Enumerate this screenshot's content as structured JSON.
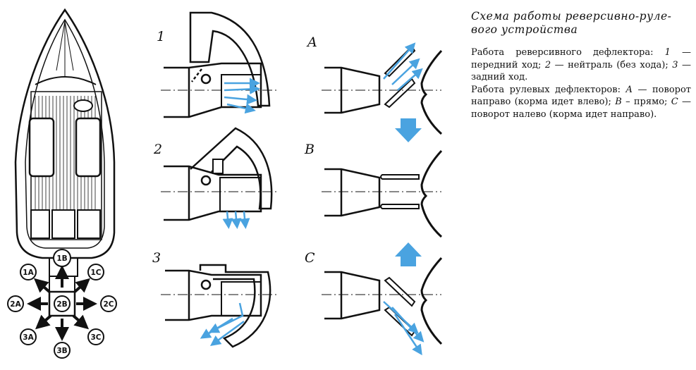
{
  "caption": {
    "title": "Схема работы реверсивно-руле-вого устройства",
    "line1_a": "Работа реверсивного дефлектора:",
    "line1_n1": "1",
    "line1_b": " — передний ход; ",
    "line1_n2": "2",
    "line1_c": " — нейтраль (без хода); ",
    "line1_n3": "3",
    "line1_d": " — задний ход.",
    "line2_a": "Работа рулевых дефлекторов: ",
    "line2_A": "A",
    "line2_b": " — поворот направо (корма идет влево); ",
    "line2_B": "B",
    "line2_c": " – прямо; ",
    "line2_C": "C",
    "line2_d": " — поворот налево (корма идет направо)."
  },
  "labels": {
    "p1": "1",
    "p2": "2",
    "p3": "3",
    "pA": "A",
    "pB": "B",
    "pC": "C"
  },
  "direction_markers": [
    "1B",
    "1A",
    "1C",
    "2A",
    "2B",
    "2C",
    "3A",
    "3B",
    "3C"
  ],
  "colors": {
    "line": "#111111",
    "water": "#4aa3e0",
    "arrow_dark": "#111111"
  }
}
